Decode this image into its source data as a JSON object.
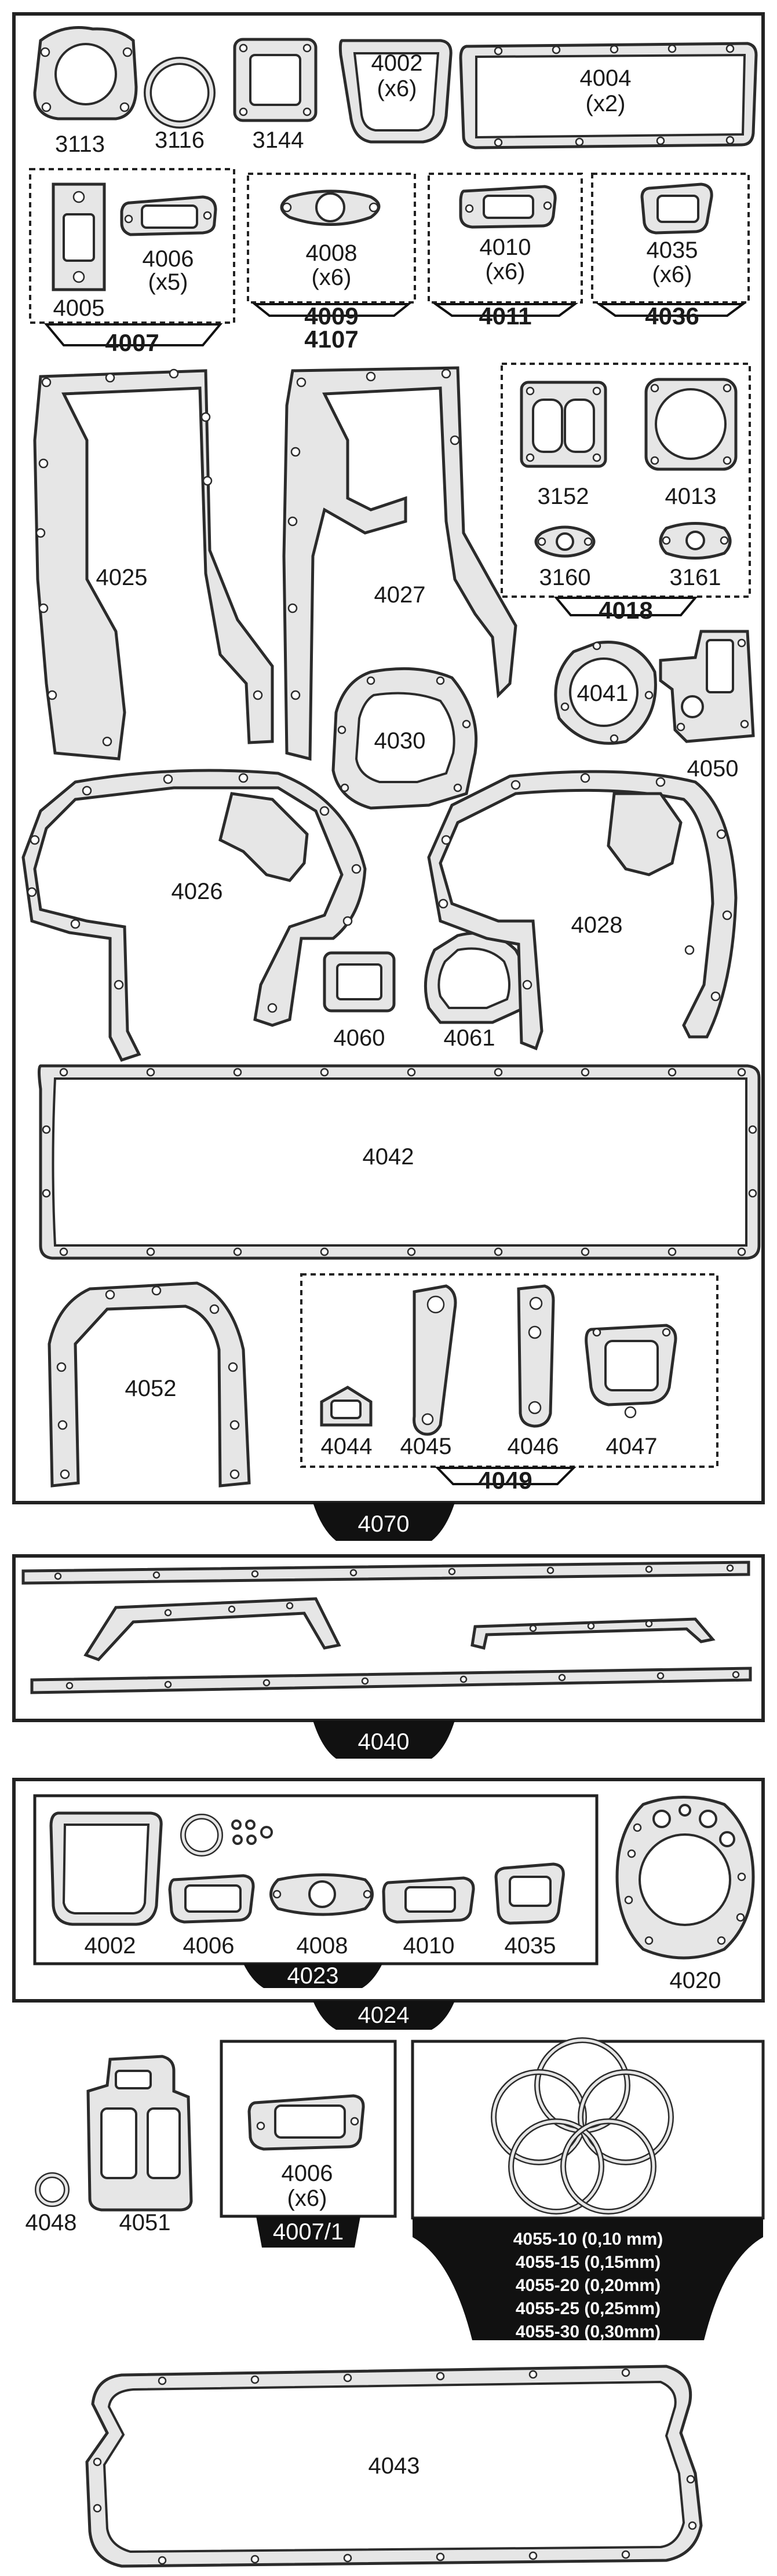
{
  "parts": {
    "p3113": "3113",
    "p3116": "3116",
    "p3144": "3144",
    "p4002": "4002",
    "p4002_qty": "(x6)",
    "p4004": "4004",
    "p4004_qty": "(x2)",
    "p4005": "4005",
    "p4006": "4006",
    "p4006_qty": "(x5)",
    "p4008": "4008",
    "p4008_qty": "(x6)",
    "p4010": "4010",
    "p4010_qty": "(x6)",
    "p4035": "4035",
    "p4035_qty": "(x6)",
    "p4025": "4025",
    "p4027": "4027",
    "p3152": "3152",
    "p4013": "4013",
    "p3160": "3160",
    "p3161": "3161",
    "p4030": "4030",
    "p4041": "4041",
    "p4050": "4050",
    "p4026": "4026",
    "p4028": "4028",
    "p4060": "4060",
    "p4061": "4061",
    "p4042": "4042",
    "p4052": "4052",
    "p4044": "4044",
    "p4045": "4045",
    "p4046": "4046",
    "p4047": "4047",
    "s_4002": "4002",
    "s_4006": "4006",
    "s_4008": "4008",
    "s_4010": "4010",
    "s_4035": "4035",
    "p4020": "4020",
    "p4048": "4048",
    "p4051": "4051",
    "b_4006": "4006",
    "b_4006_qty": "(x6)",
    "p4043": "4043"
  },
  "groups": {
    "g4007": "4007",
    "g4009": "4009",
    "g4107": "4107",
    "g4011": "4011",
    "g4036": "4036",
    "g4018": "4018",
    "g4049": "4049",
    "g4070": "4070",
    "g4040": "4040",
    "g4023": "4023",
    "g4024": "4024",
    "g4007_1": "4007/1"
  },
  "shim_sizes": [
    "4055-10 (0,10 mm)",
    "4055-15 (0,15mm)",
    "4055-20 (0,20mm)",
    "4055-25 (0,25mm)",
    "4055-30 (0,30mm)"
  ],
  "colors": {
    "gasket_fill": "#e6e6e6",
    "outline": "#2b2b2b",
    "tab_fill": "#111111"
  }
}
